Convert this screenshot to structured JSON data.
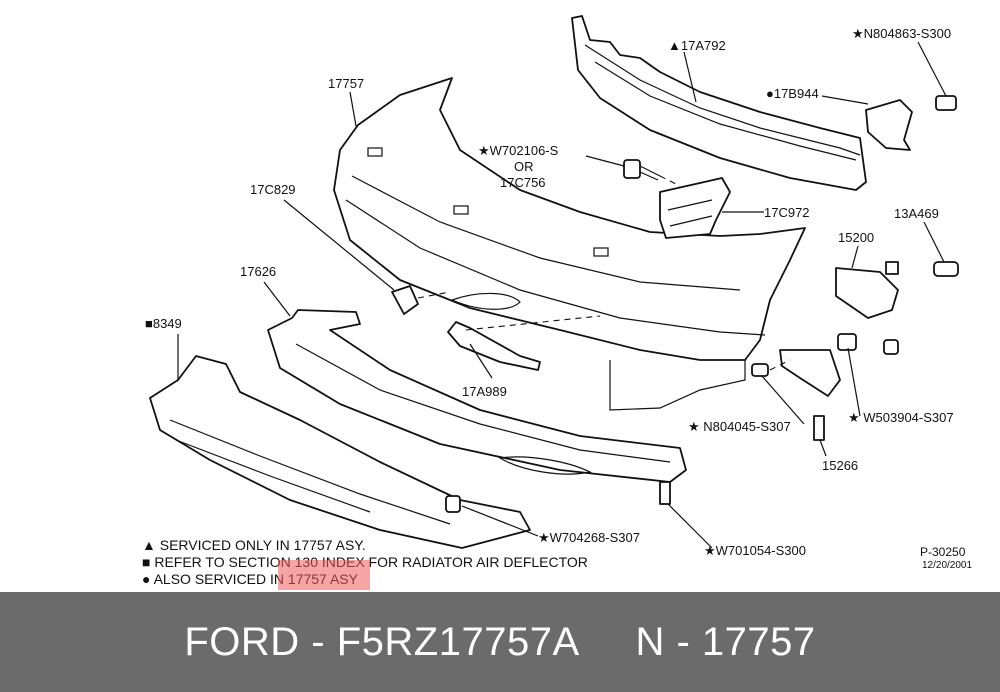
{
  "diagram": {
    "labels": {
      "p17757": "17757",
      "p17A792": "▲17A792",
      "pN804863": "★N804863-S300",
      "p17B944": "●17B944",
      "pW702106": "★W702106-S",
      "or": "OR",
      "p17C756": "17C756",
      "p17C829": "17C829",
      "p17C972": "17C972",
      "p13A469": "13A469",
      "p15200": "15200",
      "p17626": "17626",
      "p8349": "■8349",
      "p17A989": "17A989",
      "pN804045": "★ N804045-S307",
      "pW503904": "★ W503904-S307",
      "p15266": "15266",
      "pW704268": "★W704268-S307",
      "pW701054": "★W701054-S300"
    },
    "notes": {
      "line1": "▲ SERVICED ONLY IN 17757 ASY.",
      "line2": "■ REFER TO SECTION 130 INDEX FOR RADIATOR AIR DEFLECTOR",
      "line3": "● ALSO SERVICED IN 17757 ASY"
    },
    "reference": {
      "code": "P-30250",
      "date": "12/20/2001"
    }
  },
  "footer": {
    "text": "FORD - F5RZ17757A     N - 17757"
  },
  "colors": {
    "footer_bg": "#6b6b6b",
    "highlight": "#f05a5a"
  }
}
